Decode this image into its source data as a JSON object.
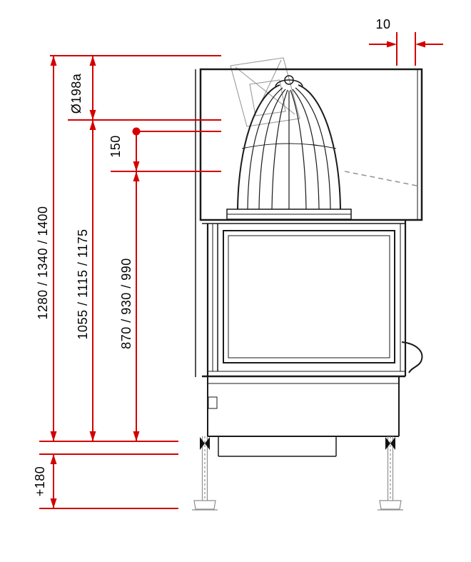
{
  "colors": {
    "dimension_red": "#d40000",
    "drawing_black": "#1a1a1a",
    "detail_gray": "#9a9a9a"
  },
  "dimensions": {
    "top_gap": "10",
    "flue_diameter": "Ø198a",
    "flue_axis_offset": "150",
    "overall_height": "1280 / 1340 / 1400",
    "upper_height": "1055 / 1115 / 1175",
    "lower_height": "870 / 930 / 990",
    "foot_adjustment": "+180"
  }
}
